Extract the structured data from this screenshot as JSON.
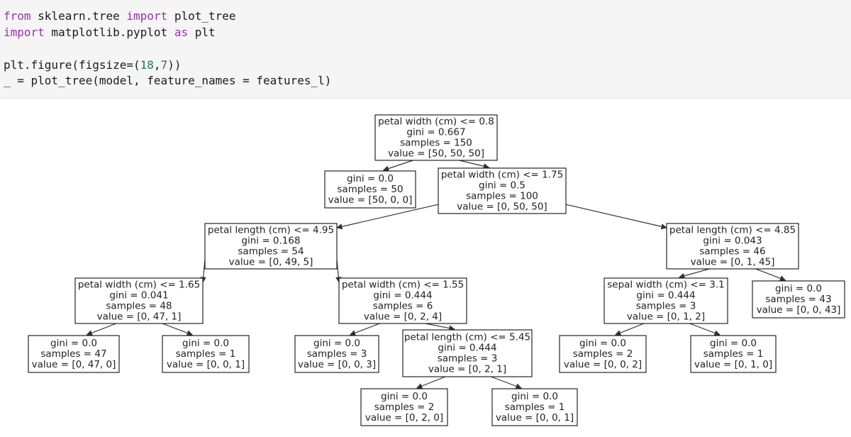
{
  "code": {
    "lines": [
      [
        {
          "t": "from",
          "c": "kw"
        },
        {
          "t": " sklearn.tree "
        },
        {
          "t": "import",
          "c": "kw"
        },
        {
          "t": " plot_tree"
        }
      ],
      [
        {
          "t": "import",
          "c": "kw"
        },
        {
          "t": " matplotlib.pyplot "
        },
        {
          "t": "as",
          "c": "kw"
        },
        {
          "t": " plt"
        }
      ],
      [],
      [
        {
          "t": "plt.figure(figsize=("
        },
        {
          "t": "18",
          "c": "num"
        },
        {
          "t": ","
        },
        {
          "t": "7",
          "c": "num"
        },
        {
          "t": "))"
        }
      ],
      [
        {
          "t": "_ = plot_tree(model, feature_names = features_l)"
        }
      ]
    ]
  },
  "tree": {
    "nodes": [
      {
        "id": "n0",
        "lines": [
          "petal width (cm) <= 0.8",
          "gini = 0.667",
          "samples = 150",
          "value = [50, 50, 50]"
        ]
      },
      {
        "id": "n1",
        "lines": [
          "gini = 0.0",
          "samples = 50",
          "value = [50, 0, 0]"
        ]
      },
      {
        "id": "n2",
        "lines": [
          "petal width (cm) <= 1.75",
          "gini = 0.5",
          "samples = 100",
          "value = [0, 50, 50]"
        ]
      },
      {
        "id": "n3",
        "lines": [
          "petal length (cm) <= 4.95",
          "gini = 0.168",
          "samples = 54",
          "value = [0, 49, 5]"
        ]
      },
      {
        "id": "n4",
        "lines": [
          "petal length (cm) <= 4.85",
          "gini = 0.043",
          "samples = 46",
          "value = [0, 1, 45]"
        ]
      },
      {
        "id": "n5",
        "lines": [
          "petal width (cm) <= 1.65",
          "gini = 0.041",
          "samples = 48",
          "value = [0, 47, 1]"
        ]
      },
      {
        "id": "n6",
        "lines": [
          "petal width (cm) <= 1.55",
          "gini = 0.444",
          "samples = 6",
          "value = [0, 2, 4]"
        ]
      },
      {
        "id": "n7",
        "lines": [
          "sepal width (cm) <= 3.1",
          "gini = 0.444",
          "samples = 3",
          "value = [0, 1, 2]"
        ]
      },
      {
        "id": "n8",
        "lines": [
          "gini = 0.0",
          "samples = 43",
          "value = [0, 0, 43]"
        ]
      },
      {
        "id": "n9",
        "lines": [
          "gini = 0.0",
          "samples = 47",
          "value = [0, 47, 0]"
        ]
      },
      {
        "id": "n10",
        "lines": [
          "gini = 0.0",
          "samples = 1",
          "value = [0, 0, 1]"
        ]
      },
      {
        "id": "n11",
        "lines": [
          "gini = 0.0",
          "samples = 3",
          "value = [0, 0, 3]"
        ]
      },
      {
        "id": "n12",
        "lines": [
          "petal length (cm) <= 5.45",
          "gini = 0.444",
          "samples = 3",
          "value = [0, 2, 1]"
        ]
      },
      {
        "id": "n13",
        "lines": [
          "gini = 0.0",
          "samples = 2",
          "value = [0, 0, 2]"
        ]
      },
      {
        "id": "n14",
        "lines": [
          "gini = 0.0",
          "samples = 1",
          "value = [0, 1, 0]"
        ]
      },
      {
        "id": "n15",
        "lines": [
          "gini = 0.0",
          "samples = 2",
          "value = [0, 2, 0]"
        ]
      },
      {
        "id": "n16",
        "lines": [
          "gini = 0.0",
          "samples = 1",
          "value = [0, 0, 1]"
        ]
      }
    ],
    "edges": [
      [
        "n0",
        "n1"
      ],
      [
        "n0",
        "n2"
      ],
      [
        "n2",
        "n3"
      ],
      [
        "n2",
        "n4"
      ],
      [
        "n3",
        "n5"
      ],
      [
        "n3",
        "n6"
      ],
      [
        "n4",
        "n7"
      ],
      [
        "n4",
        "n8"
      ],
      [
        "n5",
        "n9"
      ],
      [
        "n5",
        "n10"
      ],
      [
        "n6",
        "n11"
      ],
      [
        "n6",
        "n12"
      ],
      [
        "n7",
        "n13"
      ],
      [
        "n7",
        "n14"
      ],
      [
        "n12",
        "n15"
      ],
      [
        "n12",
        "n16"
      ]
    ]
  }
}
